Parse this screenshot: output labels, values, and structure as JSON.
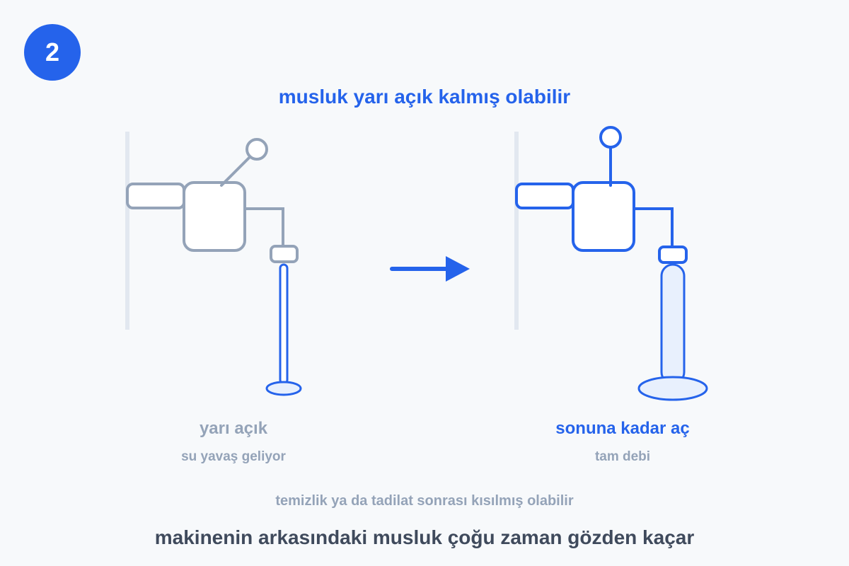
{
  "step": {
    "number": "2"
  },
  "title": "musluk yarı açık kalmış olabilir",
  "before": {
    "label": "yarı açık",
    "sublabel": "su yavaş geliyor"
  },
  "after": {
    "label": "sonuna kadar aç",
    "sublabel": "tam debi"
  },
  "note": "temizlik ya da tadilat sonrası kısılmış olabilir",
  "footer": "makinenin arkasındaki musluk çoğu zaman gözden kaçar",
  "colors": {
    "accent": "#2563eb",
    "muted": "#94a3b8",
    "wall": "#e2e8f0",
    "water_fill": "#e8f0fd",
    "background": "#f7f9fb"
  }
}
